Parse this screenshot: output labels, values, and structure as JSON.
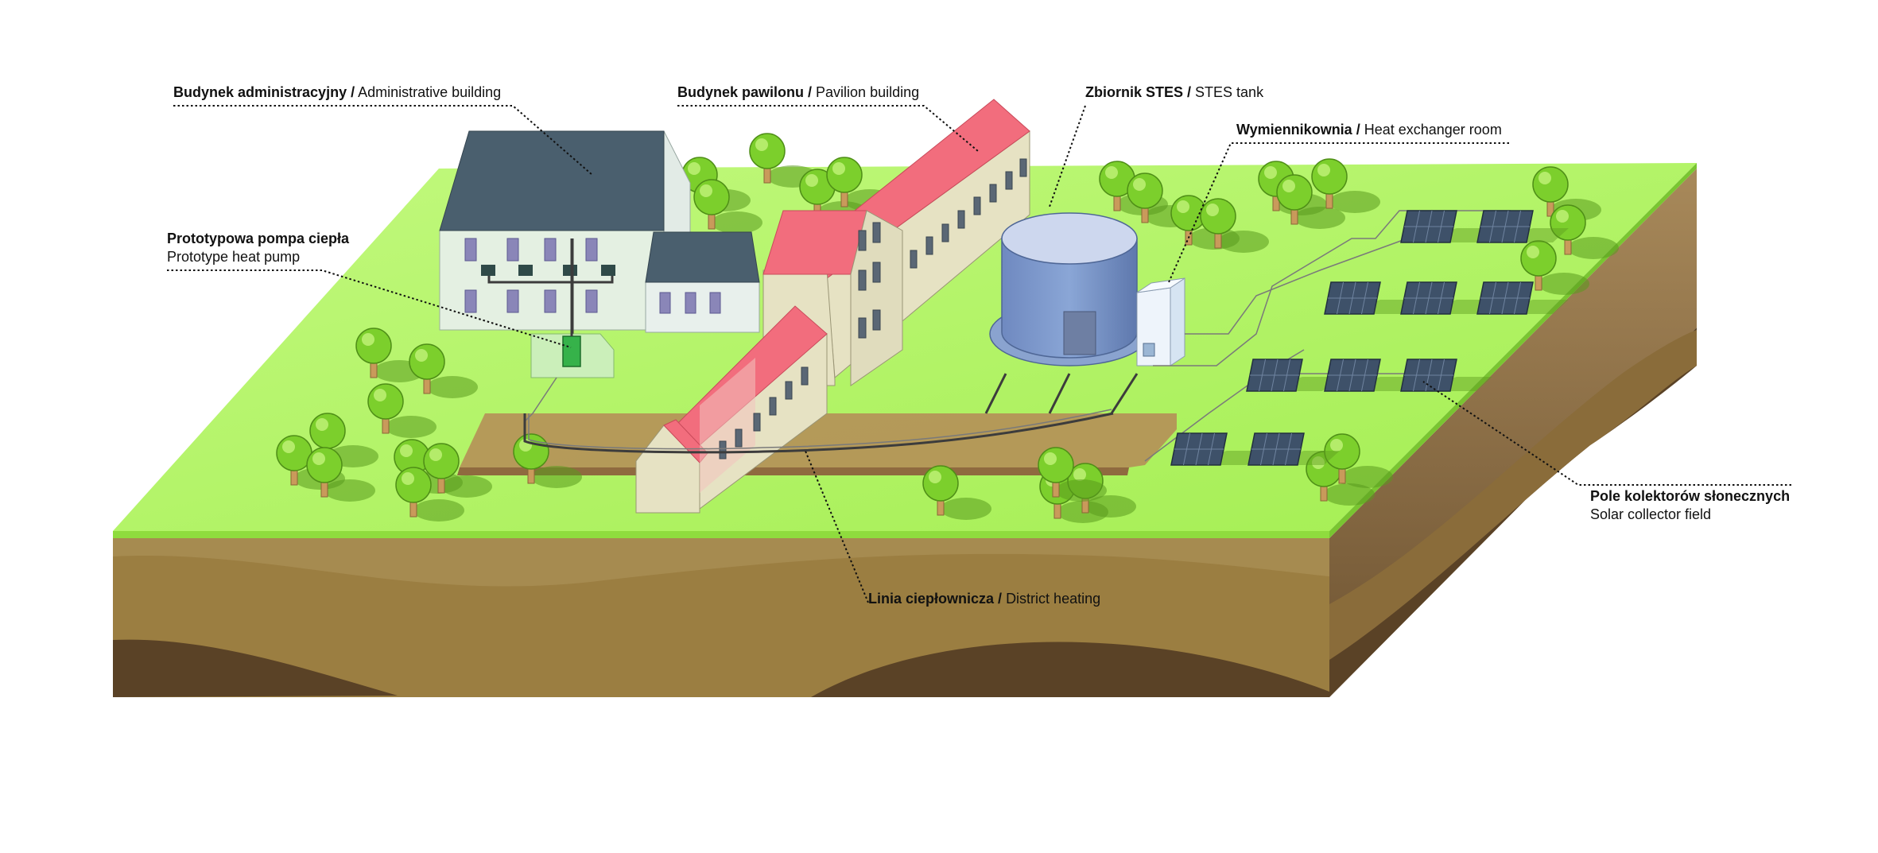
{
  "labels": {
    "admin": {
      "pl": "Budynek administracyjny /",
      "en": "Administrative building"
    },
    "pavilion": {
      "pl": "Budynek pawilonu /",
      "en": "Pavilion building"
    },
    "stes": {
      "pl": "Zbiornik STES /",
      "en": "STES tank"
    },
    "exchanger": {
      "pl": "Wymiennikownia /",
      "en": "Heat exchanger room"
    },
    "heat_pump": {
      "pl": "Prototypowa pompa ciepła",
      "en": "Prototype heat pump"
    },
    "solar": {
      "pl": "Pole kolektorów słonecznych",
      "en": "Solar collector field"
    },
    "district": {
      "pl": "Linia ciepłownicza /",
      "en": "District heating"
    }
  },
  "colors": {
    "grass": "#b3f56a",
    "soil_light": "#a38a4c",
    "soil_mid": "#8d6f3c",
    "soil_dark": "#5a4226",
    "roof_admin": "#4a5f6e",
    "roof_pavilion": "#f26d7d",
    "tank": "#8aa3cf"
  },
  "icons": [
    "tree-icon",
    "solar-panel-icon",
    "building-icon",
    "tank-icon",
    "heat-pump-icon",
    "pipe-icon"
  ]
}
